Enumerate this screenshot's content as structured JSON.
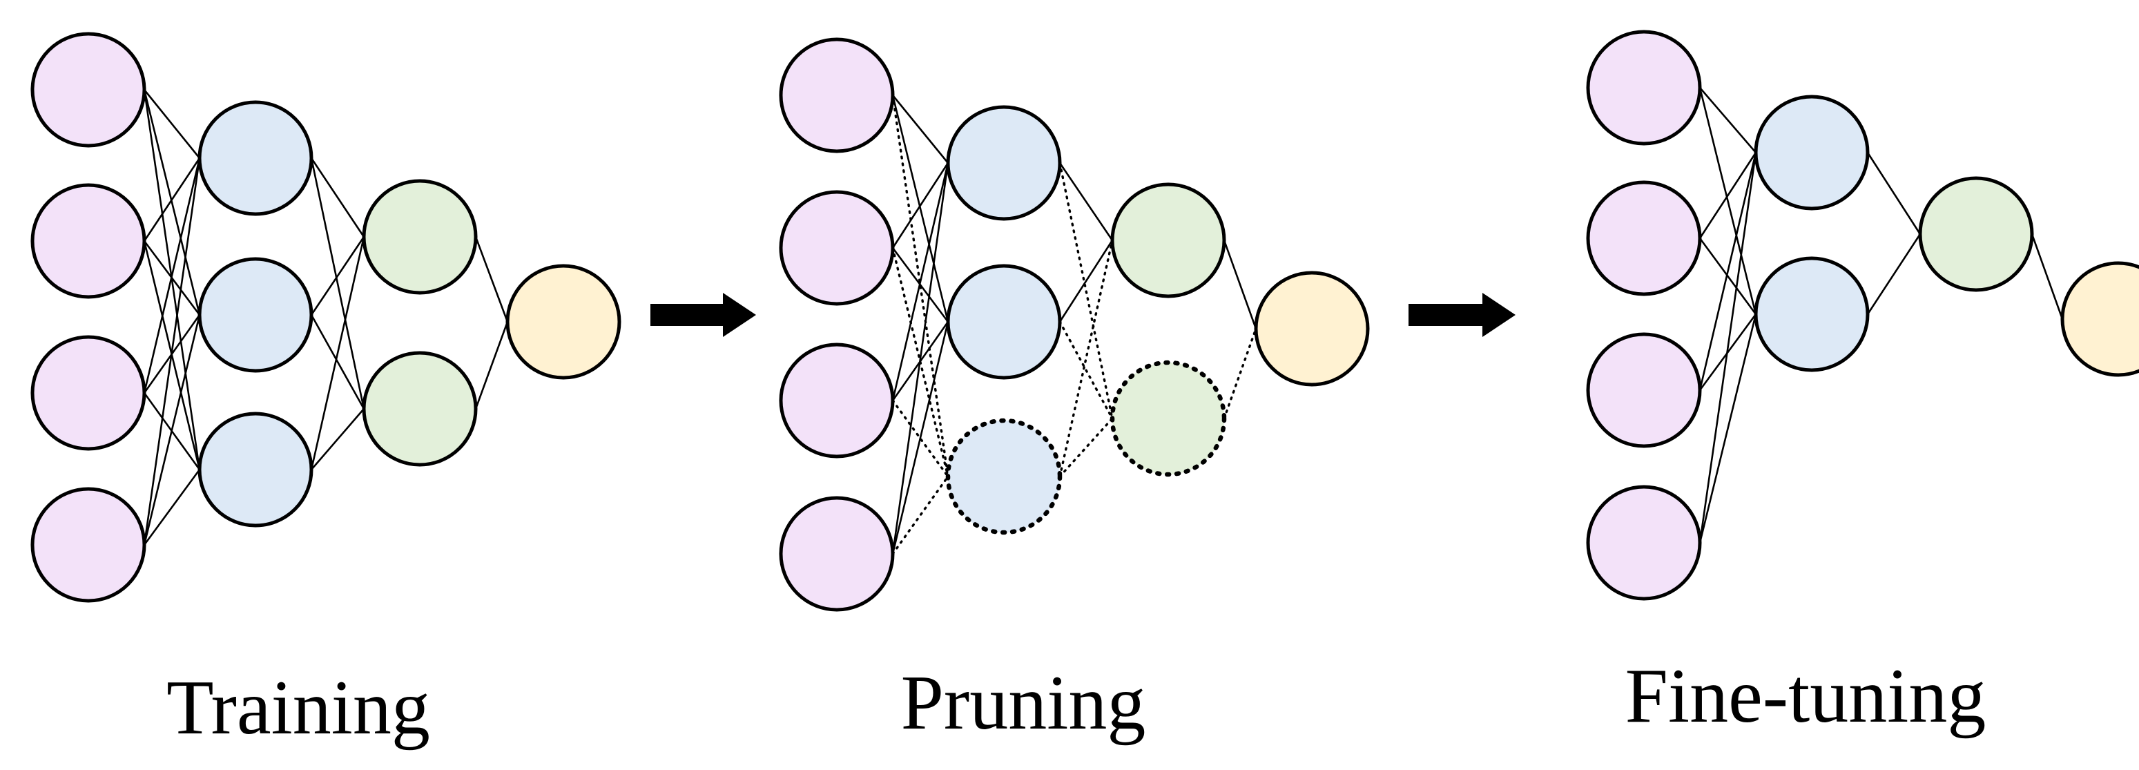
{
  "stages": [
    {
      "label": "Training",
      "layers": [
        [
          {
            "pruned": false
          },
          {
            "pruned": false
          },
          {
            "pruned": false
          },
          {
            "pruned": false
          }
        ],
        [
          {
            "pruned": false
          },
          {
            "pruned": false
          },
          {
            "pruned": false
          }
        ],
        [
          {
            "pruned": false
          },
          {
            "pruned": false
          }
        ],
        [
          {
            "pruned": false
          }
        ]
      ]
    },
    {
      "label": "Pruning",
      "layers": [
        [
          {
            "pruned": false
          },
          {
            "pruned": false
          },
          {
            "pruned": false
          },
          {
            "pruned": false
          }
        ],
        [
          {
            "pruned": false
          },
          {
            "pruned": false
          },
          {
            "pruned": true
          }
        ],
        [
          {
            "pruned": false
          },
          {
            "pruned": true
          }
        ],
        [
          {
            "pruned": false
          }
        ]
      ]
    },
    {
      "label": "Fine-tuning",
      "layers": [
        [
          {
            "pruned": false
          },
          {
            "pruned": false
          },
          {
            "pruned": false
          },
          {
            "pruned": false
          }
        ],
        [
          {
            "pruned": false
          },
          {
            "pruned": false
          }
        ],
        [
          {
            "pruned": false
          }
        ],
        [
          {
            "pruned": false
          }
        ]
      ]
    }
  ],
  "layer_colors": [
    "#f3e2f9",
    "#dde9f6",
    "#e3f0da",
    "#fff2d2"
  ],
  "arrow_count": 2
}
